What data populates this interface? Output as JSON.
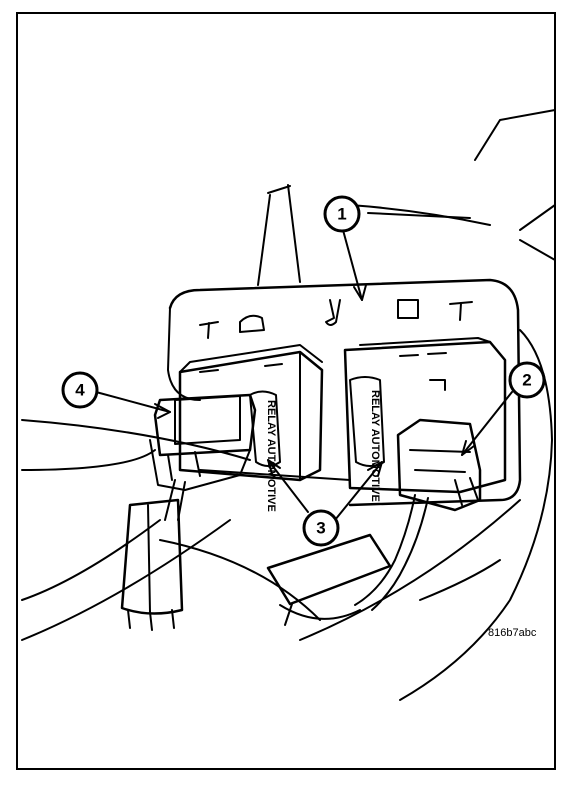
{
  "figure_id": "816b7abc",
  "callouts": [
    {
      "number": "1"
    },
    {
      "number": "2"
    },
    {
      "number": "3"
    },
    {
      "number": "4"
    }
  ],
  "relay_text": "RELAY AUTOMOTIVE",
  "colors": {
    "ink": "#000000",
    "paper": "#ffffff"
  }
}
